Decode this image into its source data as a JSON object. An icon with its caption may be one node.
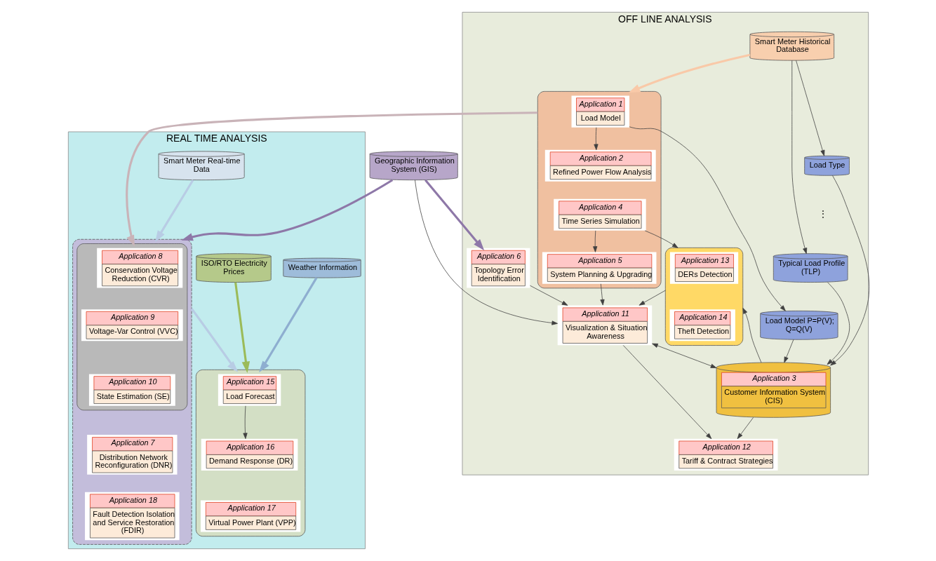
{
  "diagram": {
    "nodes": [
      {
        "text": [
          "REAL TIME ANALYSIS"
        ]
      },
      {
        "text": [
          "OFF LINE ANALYSIS"
        ]
      },
      {
        "text": [
          "ISO/RTO Electricity Prices"
        ],
        "in": 0
      },
      {
        "text": [
          "Smart Meter Real-time Data"
        ],
        "in": 0
      },
      {
        "text": [
          "Smart Meter Historical Database"
        ],
        "in": 1
      },
      {
        "text": [
          "Load Type"
        ],
        "in": 1
      },
      {
        "text": [
          "Typical Load Profile (TLP)"
        ],
        "in": 1
      },
      {
        "text": [
          "Load Model P=P(V); Q=Q(V)"
        ],
        "in": 1
      },
      {
        "text": [
          "Application 3",
          "Customer Information System (CIS)"
        ],
        "in": 1
      },
      {
        "text": [],
        "shape": "box",
        "in": 0
      },
      {
        "text": [
          "Application 15",
          "Load Forecast"
        ],
        "in": 9
      },
      {
        "text": [
          "Application 16",
          "Demand Response (DR)"
        ],
        "in": 9
      },
      {
        "text": [
          "Application 17",
          "Virtual Power Plant (VPP)"
        ],
        "in": 9
      },
      {
        "text": [],
        "shape": "box",
        "in": 0
      },
      {
        "text": [],
        "shape": "box",
        "in": 13
      },
      {
        "text": [
          "Application 8",
          "Conservation Voltage Reduction (CVR)"
        ],
        "in": 14
      },
      {
        "text": [
          "Application 9",
          "Voltage-Var Control (VVC)"
        ],
        "in": 14
      },
      {
        "text": [
          "Application 10",
          "State Estimation (SE)"
        ],
        "in": 14
      },
      {
        "text": [
          "Application 7",
          "Distribution Network Reconfiguration (DNR)"
        ],
        "in": 13
      },
      {
        "text": [
          "Application 18",
          "Fault Detection Isolation and Service Restoration (FDIR)"
        ],
        "in": 13
      },
      {
        "text": [],
        "shape": "box",
        "in": 1
      },
      {
        "text": [
          "Application 1",
          "Load Model"
        ],
        "in": 20
      },
      {
        "text": [
          "Application 2",
          "Refined Power Flow Analysis"
        ],
        "in": 20
      },
      {
        "text": [
          "Application 4",
          "Time Series Simulation"
        ],
        "in": 20
      },
      {
        "text": [
          "Application 5",
          "System Planning & Upgrading"
        ],
        "in": 20
      },
      {
        "text": [
          "Application 6",
          "Topology Error Identification"
        ],
        "in": 1
      },
      {
        "text": [],
        "shape": "box",
        "in": 1
      },
      {
        "text": [
          "Application 13",
          "DERs Detection"
        ],
        "in": 26
      },
      {
        "text": [
          "Application 14",
          "Theft Detection"
        ],
        "in": 26
      },
      {
        "text": [
          "Application 12",
          "Tariff & Contract Strategies"
        ],
        "in": 1
      },
      {
        "text": [
          "Application 11",
          "Visualization & Situation Awareness"
        ],
        "in": 1
      },
      {
        "text": [
          "Weather Information"
        ],
        "in": 0
      },
      {
        "text": [
          "Geographic Information System (GIS)"
        ]
      }
    ],
    "edges": [
      {
        "from": 2,
        "to": 9,
        "arrow": "to",
        "style": "thick",
        "color": "#9bbb59"
      },
      {
        "from": 3,
        "to": 13,
        "arrow": "to",
        "style": "thick",
        "color": "#b8cce4"
      },
      {
        "from": 4,
        "to": 20,
        "arrow": "to",
        "style": "thick",
        "color": "#f9c9a8"
      },
      {
        "from": 4,
        "to": 5,
        "arrow": "to"
      },
      {
        "from": 4,
        "to": 6,
        "arrow": "to"
      },
      {
        "from": 21,
        "to": 7,
        "arrow": "to"
      },
      {
        "from": 5,
        "to": 8,
        "arrow": "to"
      },
      {
        "from": 6,
        "to": 8,
        "arrow": "to"
      },
      {
        "from": 7,
        "to": 8,
        "arrow": "to"
      },
      {
        "from": 10,
        "to": 11,
        "arrow": "to"
      },
      {
        "from": 21,
        "to": 22,
        "arrow": "to"
      },
      {
        "from": 23,
        "to": 24,
        "arrow": "to"
      },
      {
        "from": 20,
        "to": 14,
        "arrow": "to",
        "style": "thick",
        "color": "#c9b3b8"
      },
      {
        "from": 13,
        "to": 9,
        "arrow": "to",
        "style": "thick",
        "color": "#b8cce4"
      },
      {
        "from": 8,
        "to": 26,
        "arrow": "to"
      },
      {
        "from": 23,
        "to": 26,
        "arrow": "to"
      },
      {
        "from": 8,
        "to": 29,
        "arrow": "to"
      },
      {
        "from": 26,
        "to": 30,
        "arrow": "to"
      },
      {
        "from": 30,
        "to": 8,
        "arrow": "both"
      },
      {
        "from": 24,
        "to": 30,
        "arrow": "to"
      },
      {
        "from": 25,
        "to": 30,
        "arrow": "to"
      },
      {
        "from": 32,
        "to": 30,
        "arrow": "to"
      },
      {
        "from": 30,
        "to": 29,
        "arrow": "to"
      },
      {
        "from": 31,
        "to": 9,
        "arrow": "to",
        "style": "thick",
        "color": "#8eaed0"
      },
      {
        "from": 32,
        "to": 13,
        "arrow": "to",
        "style": "thick",
        "color": "#8e78a8"
      },
      {
        "from": 32,
        "to": 25,
        "arrow": "to",
        "style": "thick",
        "color": "#8e78a8"
      }
    ],
    "labels": [
      "⋮"
    ]
  }
}
